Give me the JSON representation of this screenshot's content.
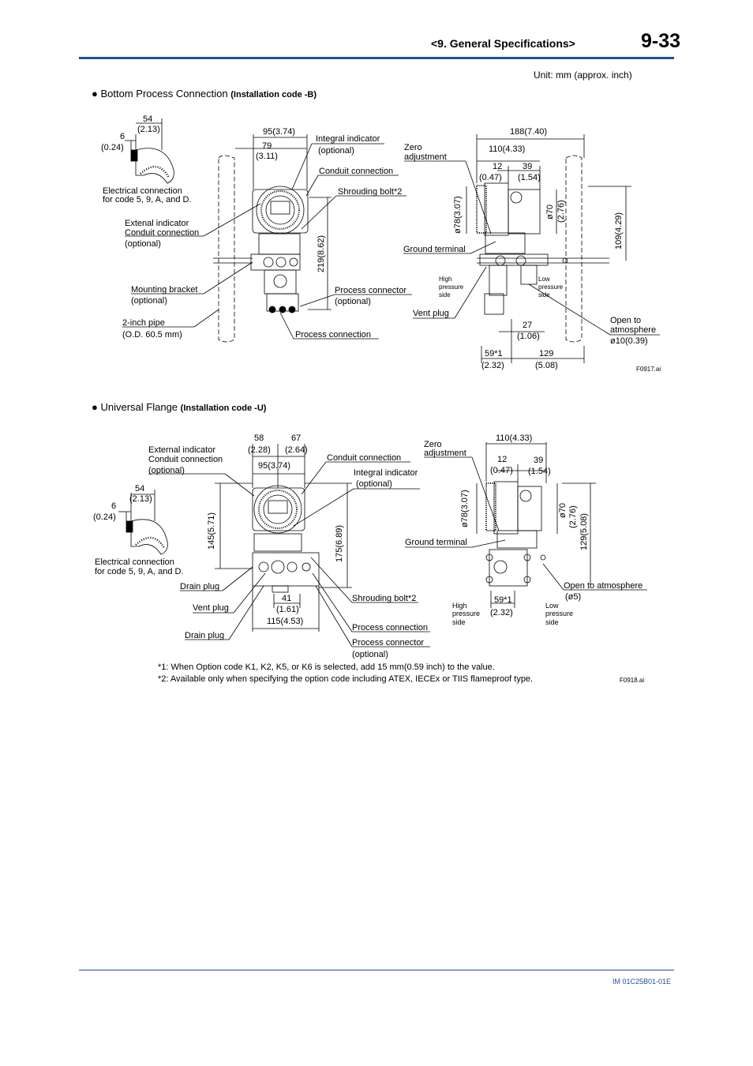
{
  "header": {
    "section_title": "<9.  General Specifications>",
    "page_number": "9-33"
  },
  "units_note": "Unit: mm (approx. inch)",
  "section1": {
    "title": "Bottom Process Connection",
    "subtitle": "(Installation code -B)",
    "labels": {
      "d54": "54",
      "d54in": "(2.13)",
      "d6": "6",
      "d6in": "(0.24)",
      "elec1": "Electrical connection",
      "elec2": "for code 5, 9, A, and D.",
      "ext1": "Extenal indicator",
      "ext2": "Conduit connection",
      "ext3": "(optional)",
      "bracket1": "Mounting bracket",
      "bracket2": "(optional)",
      "pipe1": "2-inch pipe",
      "pipe2": "(O.D. 60.5 mm)",
      "d95": "95(3.74)",
      "d79": "79",
      "d79in": "(3.11)",
      "ind1": "Integral indicator",
      "ind2": "(optional)",
      "conduit": "Conduit connection",
      "shroud": "Shrouding bolt*2",
      "d219": "219(8.62)",
      "pc1": "Process connector",
      "pc2": "(optional)",
      "proc": "Process connection",
      "zero1": "Zero",
      "zero2": "adjustment",
      "d188": "188(7.40)",
      "d110": "110(4.33)",
      "d12": "12",
      "d12in": "(0.47)",
      "d39": "39",
      "d39in": "(1.54)",
      "d78": "ø78(3.07)",
      "d70": "ø70",
      "d70in": "(2.76)",
      "d109": "109(4.29)",
      "ground": "Ground terminal",
      "hp1": "High",
      "hp2": "pressure",
      "hp3": "side",
      "lp1": "Low",
      "lp2": "pressure",
      "lp3": "side",
      "vent": "Vent plug",
      "d27": "27",
      "d27in": "(1.06)",
      "open1": "Open to",
      "open2": "atmosphere",
      "open3": "ø10(0.39)",
      "d59": "59*1",
      "d59in": "(2.32)",
      "d129": "129",
      "d129in": "(5.08)",
      "fig_id": "F0917.ai"
    }
  },
  "section2": {
    "title": "Universal Flange",
    "subtitle": "(Installation code -U)",
    "labels": {
      "d58": "58",
      "d58in": "(2.28)",
      "d67": "67",
      "d67in": "(2.64)",
      "ext1": "External indicator",
      "ext2": "Conduit connection",
      "ext3": "(optional)",
      "d95": "95(3.74)",
      "conduit": "Conduit connection",
      "ind1": "Integral indicator",
      "ind2": "(optional)",
      "d54": "54",
      "d54in": "(2.13)",
      "d6": "6",
      "d6in": "(0.24)",
      "d145": "145(5.71)",
      "d175": "175(6.89)",
      "elec1": "Electrical connection",
      "elec2": "for code 5, 9, A, and D.",
      "drain": "Drain plug",
      "vent": "Vent plug",
      "drain2": "Drain plug",
      "d41": "41",
      "d41in": "(1.61)",
      "d115": "115(4.53)",
      "shroud": "Shrouding bolt*2",
      "proc": "Process connection",
      "pc1": "Process connector",
      "pc2": "(optional)",
      "zero1": "Zero",
      "zero2": "adjustment",
      "d110": "110(4.33)",
      "d12": "12",
      "d12in": "(0.47)",
      "d39": "39",
      "d39in": "(1.54)",
      "d78": "ø78(3.07)",
      "d70": "ø70",
      "d70in": "(2.76)",
      "d129": "129(5.08)",
      "ground": "Ground terminal",
      "open1": "Open to atmosphere",
      "open2": "(ø5)",
      "hp1": "High",
      "hp2": "pressure",
      "hp3": "side",
      "d59": "59*1",
      "d59in": "(2.32)",
      "lp1": "Low",
      "lp2": "pressure",
      "lp3": "side",
      "fig_id": "F0918.ai"
    }
  },
  "notes": [
    "*1:  When Option code K1, K2, K5, or K6 is selected, add 15 mm(0.59 inch) to the value.",
    "*2:  Available only when specifying the option code including ATEX, IECEx or TIIS flameproof type."
  ],
  "footer": {
    "doc_id": "IM 01C25B01-01E"
  },
  "colors": {
    "accent": "#1f4e9c"
  }
}
